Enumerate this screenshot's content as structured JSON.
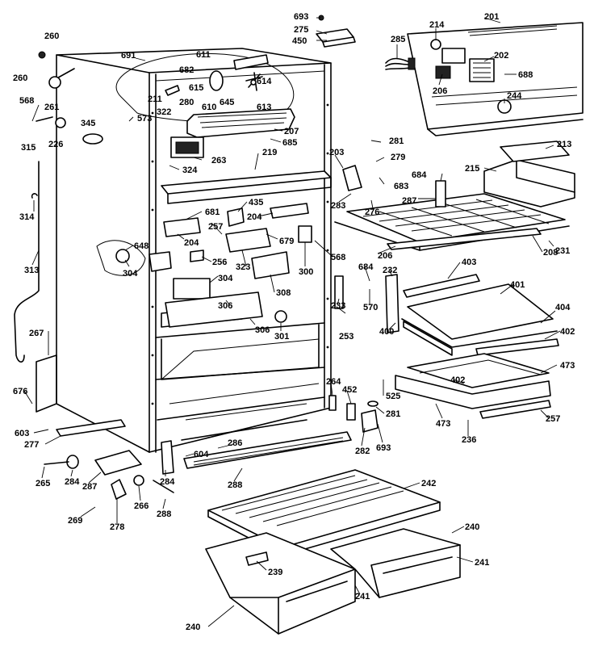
{
  "diagram": {
    "labels": [
      {
        "id": "l693a",
        "text": "693"
      },
      {
        "id": "l275",
        "text": "275"
      },
      {
        "id": "l450",
        "text": "450"
      },
      {
        "id": "l201",
        "text": "201"
      },
      {
        "id": "l214",
        "text": "214"
      },
      {
        "id": "l285a",
        "text": "285"
      },
      {
        "id": "l202",
        "text": "202"
      },
      {
        "id": "l688",
        "text": "688"
      },
      {
        "id": "l206a",
        "text": "206"
      },
      {
        "id": "l244",
        "text": "244"
      },
      {
        "id": "l260a",
        "text": "260"
      },
      {
        "id": "l260b",
        "text": "260"
      },
      {
        "id": "l691",
        "text": "691"
      },
      {
        "id": "l682",
        "text": "682"
      },
      {
        "id": "l611",
        "text": "611"
      },
      {
        "id": "l615",
        "text": "615"
      },
      {
        "id": "l610",
        "text": "610"
      },
      {
        "id": "l645",
        "text": "645"
      },
      {
        "id": "l613",
        "text": "613"
      },
      {
        "id": "l614",
        "text": "614"
      },
      {
        "id": "l568a",
        "text": "568"
      },
      {
        "id": "l261",
        "text": "261"
      },
      {
        "id": "l211",
        "text": "211"
      },
      {
        "id": "l280",
        "text": "280"
      },
      {
        "id": "l573",
        "text": "573"
      },
      {
        "id": "l322",
        "text": "322"
      },
      {
        "id": "l315",
        "text": "315"
      },
      {
        "id": "l345",
        "text": "345"
      },
      {
        "id": "l226",
        "text": "226"
      },
      {
        "id": "l207",
        "text": "207"
      },
      {
        "id": "l685",
        "text": "685"
      },
      {
        "id": "l281a",
        "text": "281"
      },
      {
        "id": "l279",
        "text": "279"
      },
      {
        "id": "l219",
        "text": "219"
      },
      {
        "id": "l203",
        "text": "203"
      },
      {
        "id": "l263",
        "text": "263"
      },
      {
        "id": "l213",
        "text": "213"
      },
      {
        "id": "l215",
        "text": "215"
      },
      {
        "id": "l324",
        "text": "324"
      },
      {
        "id": "l684a",
        "text": "684"
      },
      {
        "id": "l683",
        "text": "683"
      },
      {
        "id": "l287",
        "text": "287"
      },
      {
        "id": "l314",
        "text": "314"
      },
      {
        "id": "l435",
        "text": "435"
      },
      {
        "id": "l283",
        "text": "283"
      },
      {
        "id": "l276",
        "text": "276"
      },
      {
        "id": "l681",
        "text": "681"
      },
      {
        "id": "l204a",
        "text": "204"
      },
      {
        "id": "l257a",
        "text": "257"
      },
      {
        "id": "l679",
        "text": "679"
      },
      {
        "id": "l204b",
        "text": "204"
      },
      {
        "id": "l648",
        "text": "648"
      },
      {
        "id": "l256",
        "text": "256"
      },
      {
        "id": "l323",
        "text": "323"
      },
      {
        "id": "l300",
        "text": "300"
      },
      {
        "id": "l568b",
        "text": "568"
      },
      {
        "id": "l206b",
        "text": "206"
      },
      {
        "id": "l208",
        "text": "208"
      },
      {
        "id": "l231",
        "text": "231"
      },
      {
        "id": "l313",
        "text": "313"
      },
      {
        "id": "l304a",
        "text": "304"
      },
      {
        "id": "l304b",
        "text": "304"
      },
      {
        "id": "l308a",
        "text": "308"
      },
      {
        "id": "l684b",
        "text": "684"
      },
      {
        "id": "l232",
        "text": "232"
      },
      {
        "id": "l403",
        "text": "403"
      },
      {
        "id": "l306a",
        "text": "306"
      },
      {
        "id": "l233",
        "text": "233"
      },
      {
        "id": "l570",
        "text": "570"
      },
      {
        "id": "l401",
        "text": "401"
      },
      {
        "id": "l306b",
        "text": "306"
      },
      {
        "id": "l301",
        "text": "301"
      },
      {
        "id": "l253",
        "text": "253"
      },
      {
        "id": "l400",
        "text": "400"
      },
      {
        "id": "l404",
        "text": "404"
      },
      {
        "id": "l402a",
        "text": "402"
      },
      {
        "id": "l267",
        "text": "267"
      },
      {
        "id": "l473a",
        "text": "473"
      },
      {
        "id": "l402b",
        "text": "402"
      },
      {
        "id": "l264",
        "text": "264"
      },
      {
        "id": "l452",
        "text": "452"
      },
      {
        "id": "l525",
        "text": "525"
      },
      {
        "id": "l676",
        "text": "676"
      },
      {
        "id": "l281b",
        "text": "281"
      },
      {
        "id": "l473b",
        "text": "473"
      },
      {
        "id": "l257b",
        "text": "257"
      },
      {
        "id": "l603",
        "text": "603"
      },
      {
        "id": "l277",
        "text": "277"
      },
      {
        "id": "l282",
        "text": "282"
      },
      {
        "id": "l693b",
        "text": "693"
      },
      {
        "id": "l236",
        "text": "236"
      },
      {
        "id": "l286",
        "text": "286"
      },
      {
        "id": "l604",
        "text": "604"
      },
      {
        "id": "l265",
        "text": "265"
      },
      {
        "id": "l284a",
        "text": "284"
      },
      {
        "id": "l287b",
        "text": "287"
      },
      {
        "id": "l266",
        "text": "266"
      },
      {
        "id": "l284b",
        "text": "284"
      },
      {
        "id": "l288a",
        "text": "288"
      },
      {
        "id": "l288b",
        "text": "288"
      },
      {
        "id": "l269",
        "text": "269"
      },
      {
        "id": "l278",
        "text": "278"
      },
      {
        "id": "l242",
        "text": "242"
      },
      {
        "id": "l240a",
        "text": "240"
      },
      {
        "id": "l241a",
        "text": "241"
      },
      {
        "id": "l239",
        "text": "239"
      },
      {
        "id": "l241b",
        "text": "241"
      },
      {
        "id": "l240b",
        "text": "240"
      }
    ]
  }
}
